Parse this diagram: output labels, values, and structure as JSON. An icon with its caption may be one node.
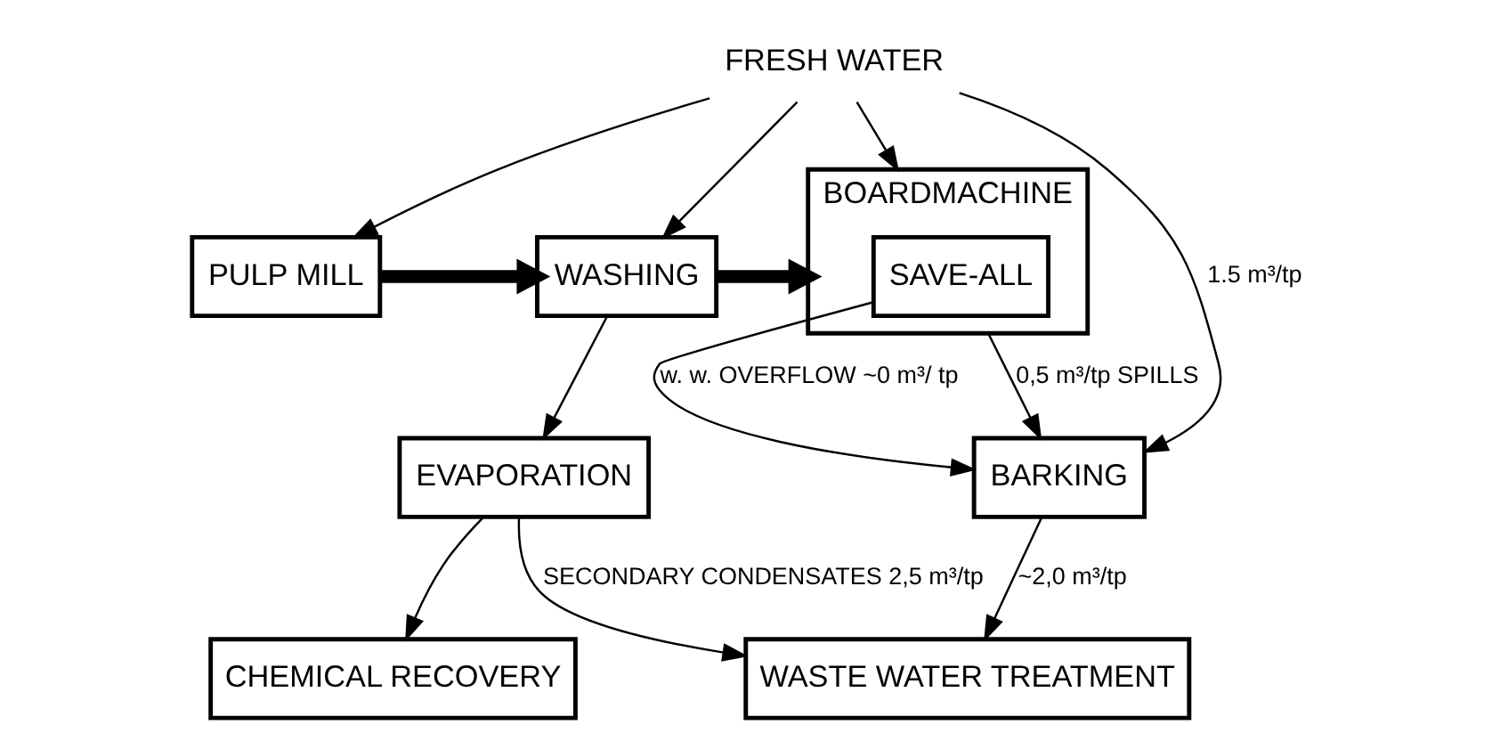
{
  "diagram": {
    "nodes": [
      {
        "text": [
          "FRESH WATER"
        ]
      },
      {
        "text": [
          "PULP MILL"
        ]
      },
      {
        "text": [
          "WASHING"
        ]
      },
      {
        "text": [
          "BOARDMACHINE"
        ]
      },
      {
        "text": [
          "SAVE-ALL"
        ],
        "in": 3
      },
      {
        "text": [
          "EVAPORATION"
        ]
      },
      {
        "text": [
          "CHEMICAL RECOVERY"
        ]
      },
      {
        "text": [
          "BARKING"
        ]
      },
      {
        "text": [
          "WASTE WATER TREATMENT"
        ]
      }
    ],
    "edges": [
      {
        "from": 0,
        "to": 1,
        "arrow": "to"
      },
      {
        "from": 0,
        "to": 2,
        "arrow": "to"
      },
      {
        "from": 0,
        "to": 3,
        "arrow": "to"
      },
      {
        "from": 0,
        "to": 7,
        "arrow": "to",
        "label": "1.5 m³/tp"
      },
      {
        "from": 1,
        "to": 2,
        "arrow": "to",
        "style": "thick"
      },
      {
        "from": 2,
        "to": 3,
        "arrow": "to",
        "style": "thick"
      },
      {
        "from": 2,
        "to": 5,
        "arrow": "to"
      },
      {
        "from": 5,
        "to": 6,
        "arrow": "to"
      },
      {
        "from": 4,
        "to": 7,
        "arrow": "to",
        "label": "w. w. OVERFLOW ~0 m³/ tp"
      },
      {
        "from": 3,
        "to": 7,
        "arrow": "to",
        "label": "0,5 m³/tp SPILLS"
      },
      {
        "from": 5,
        "to": 8,
        "arrow": "to",
        "label": "SECONDARY CONDENSATES 2,5 m³/tp"
      },
      {
        "from": 7,
        "to": 8,
        "arrow": "to",
        "label": "~2,0 m³/tp"
      }
    ]
  }
}
